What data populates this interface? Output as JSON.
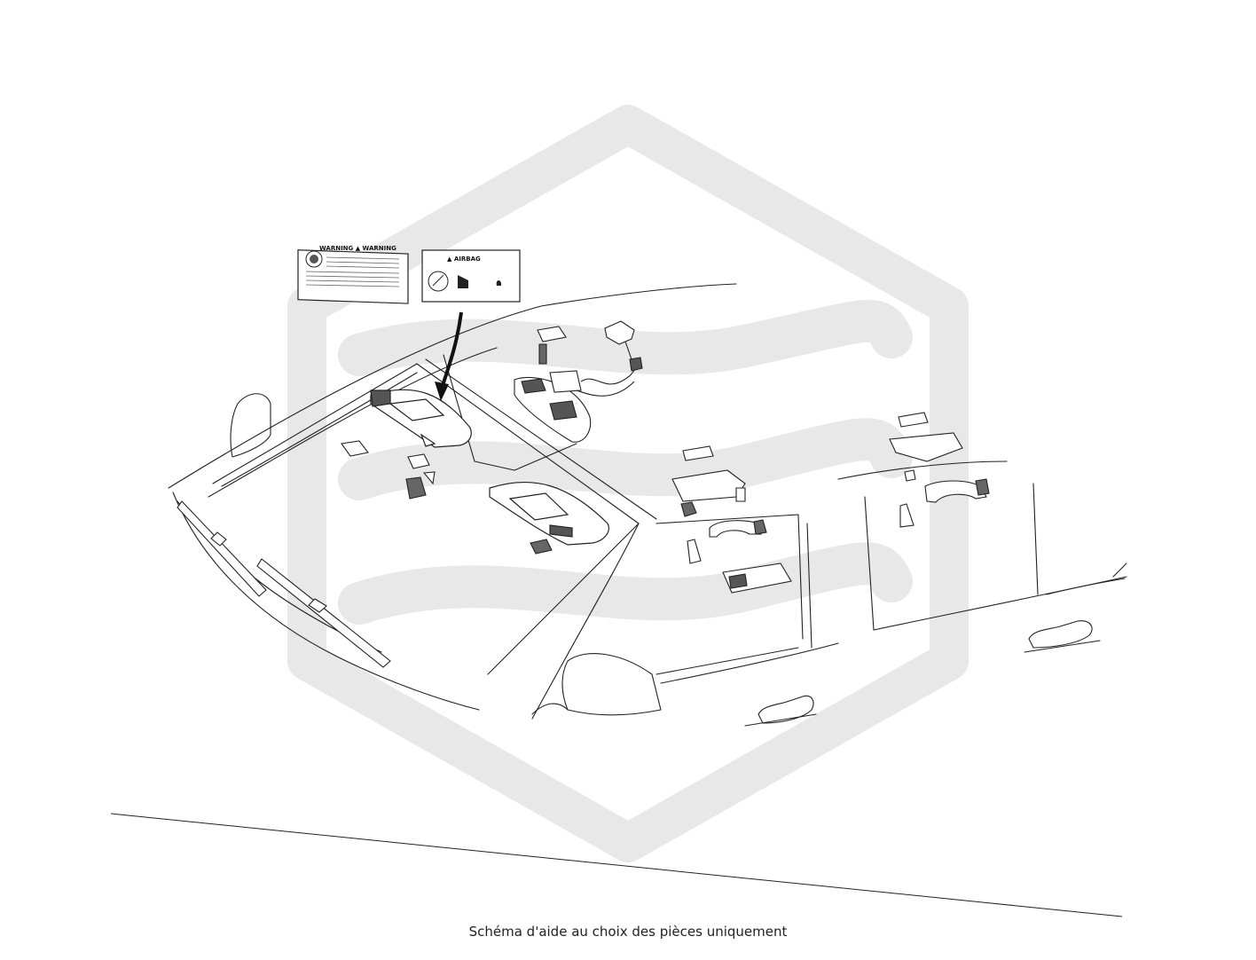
{
  "caption": "Schéma d'aide au choix des pièces uniquement",
  "labels": {
    "warning_label": {
      "title": "WARNING ▲ WARNING"
    },
    "airbag_label": {
      "title": "▲ AIRBAG"
    }
  },
  "colors": {
    "background": "#ffffff",
    "line_art": "#222222",
    "watermark": "#e8e8e8"
  }
}
